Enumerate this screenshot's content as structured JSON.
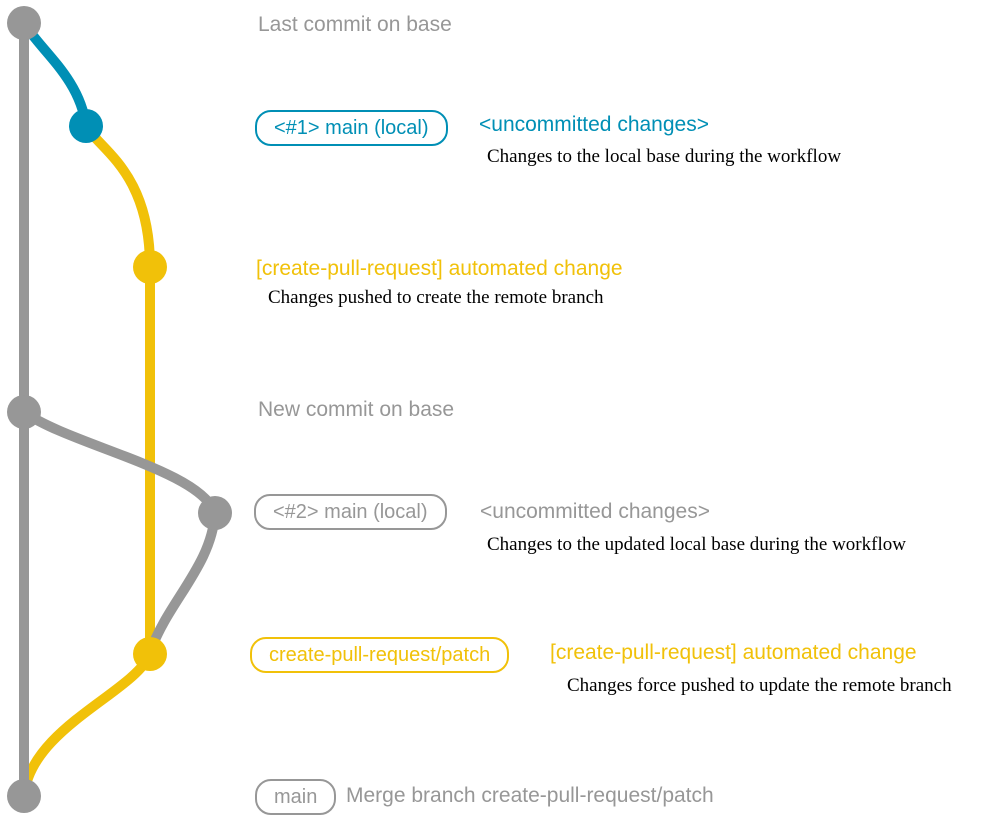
{
  "colors": {
    "gray": "#979797",
    "blue": "#008fb5",
    "yellow": "#f1c109",
    "note": "#000000",
    "background": "#ffffff"
  },
  "rows": {
    "base_last": {
      "message": "Last commit on base"
    },
    "main_local_1": {
      "branch_label": "<#1> main (local)",
      "message": "<uncommitted changes>",
      "note": "Changes to the local base during the workflow"
    },
    "patch_1": {
      "message": "[create-pull-request] automated change",
      "note": "Changes pushed to create the remote branch"
    },
    "base_new": {
      "message": "New commit on base"
    },
    "main_local_2": {
      "branch_label": "<#2> main (local)",
      "message": "<uncommitted changes>",
      "note": "Changes to the updated local base during the workflow"
    },
    "patch_2": {
      "branch_label": "create-pull-request/patch",
      "message": "[create-pull-request] automated change",
      "note": "Changes force pushed to update the remote branch"
    },
    "merge": {
      "branch_label": "main",
      "message": "Merge branch create-pull-request/patch"
    }
  }
}
